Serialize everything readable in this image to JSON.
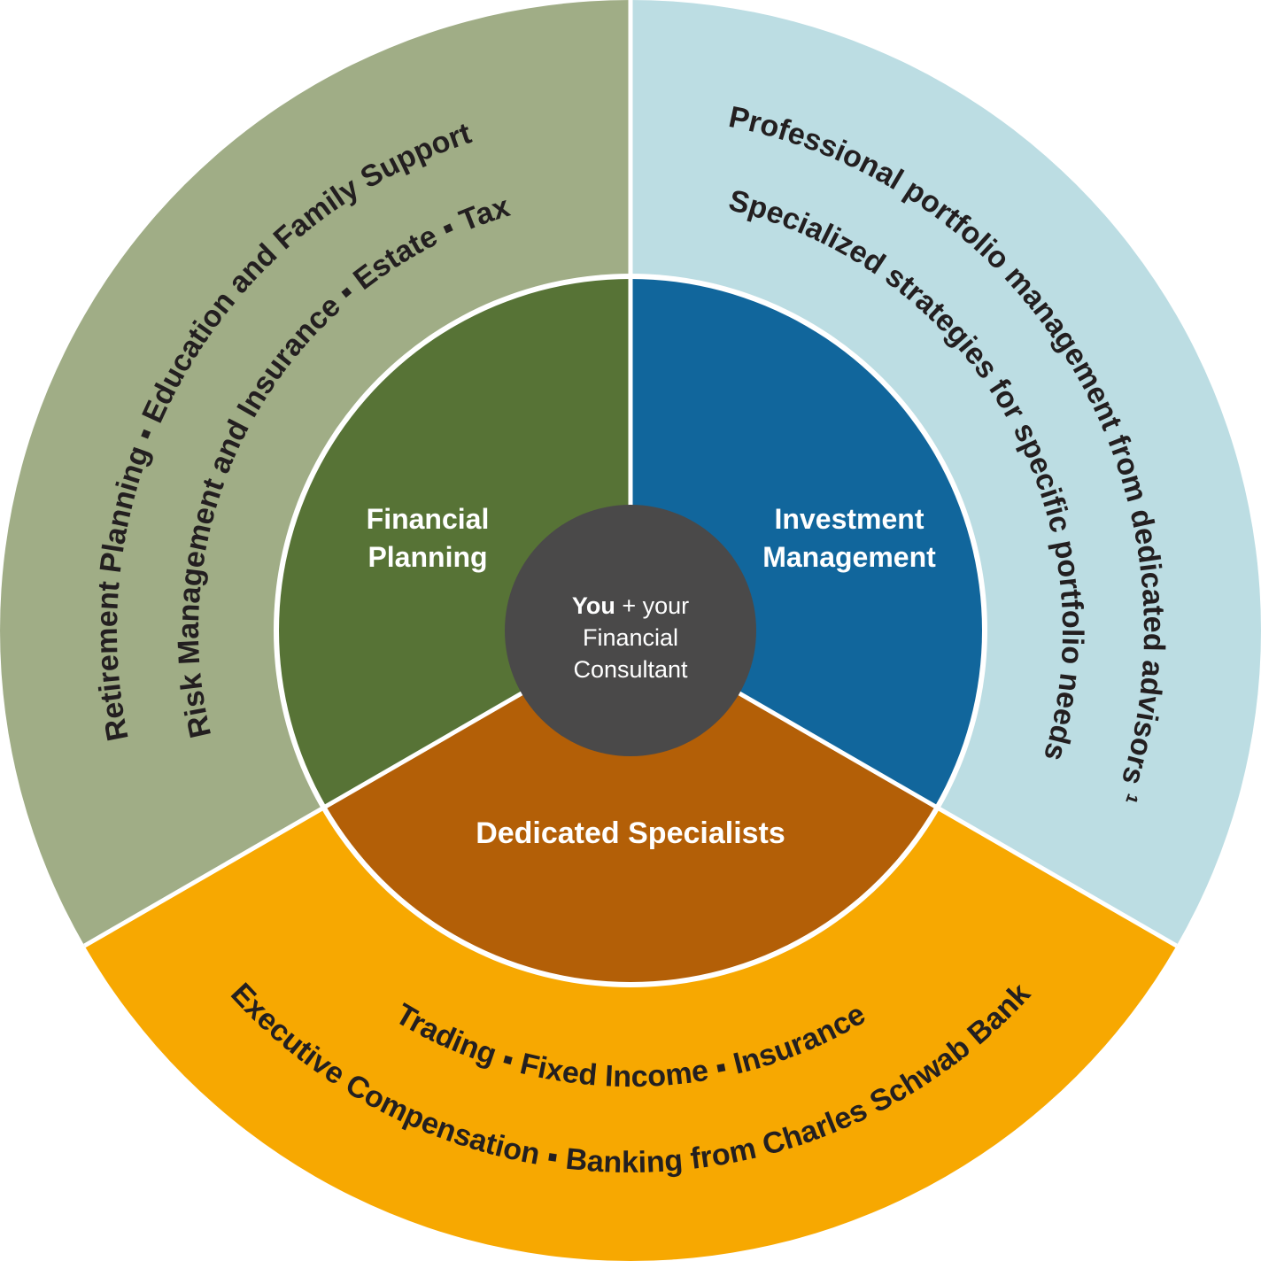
{
  "colors": {
    "outer_green": "#A0AD86",
    "outer_blue": "#BCDDE3",
    "outer_amber": "#F7A801",
    "inner_green": "#577336",
    "inner_blue": "#11669C",
    "inner_burnt": "#B35F07",
    "center_gray": "#4A4949",
    "ring_text": "#231F20",
    "label_text": "#FFFFFF"
  },
  "center": {
    "you": "You",
    "plus_your": " + your",
    "line2": "Financial",
    "line3": "Consultant"
  },
  "inner": {
    "financial_planning": {
      "line1": "Financial",
      "line2": "Planning"
    },
    "investment_management": {
      "line1": "Investment",
      "line2": "Management"
    },
    "dedicated_specialists": {
      "label": "Dedicated Specialists"
    }
  },
  "outer": {
    "financial_planning": {
      "arc1": "Retirement Planning ▪ Education and Family Support",
      "arc2": "Risk Management and Insurance ▪ Estate ▪ Tax"
    },
    "investment_management": {
      "arc1": "Professional portfolio management from dedicated advisors ¹",
      "arc2": "Specialized strategies for specific portfolio needs"
    },
    "dedicated_specialists": {
      "arc1": "Trading ▪ Fixed Income ▪ Insurance",
      "arc2": "Executive Compensation ▪ Banking from Charles Schwab Bank"
    }
  }
}
